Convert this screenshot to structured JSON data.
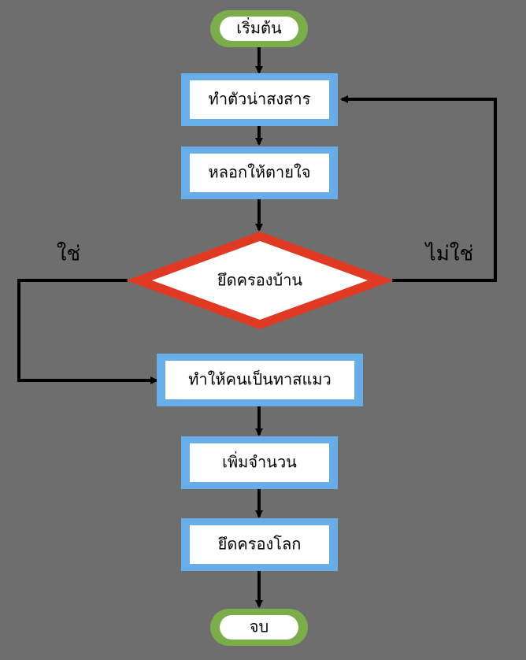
{
  "flowchart": {
    "start": "เริ่มต้น",
    "steps": {
      "make_cute": "ทำตัวน่าสงสาร",
      "trick": "หลอกให้ตายใจ",
      "enslave": "ทำให้คนเป็นทาสแมว",
      "multiply": "เพิ่มจำนวน",
      "world": "ยึดครองโลก"
    },
    "decision": "ยึดครองบ้าน",
    "branch_yes": "ใช่",
    "branch_no": "ไม่ใช่",
    "end": "จบ"
  },
  "colors": {
    "background": "#6e6e6e",
    "terminal_border": "#7cad4b",
    "process_border": "#67aee8",
    "decision_border": "#e03a24",
    "connector": "#000000",
    "box_fill": "#ffffff"
  }
}
